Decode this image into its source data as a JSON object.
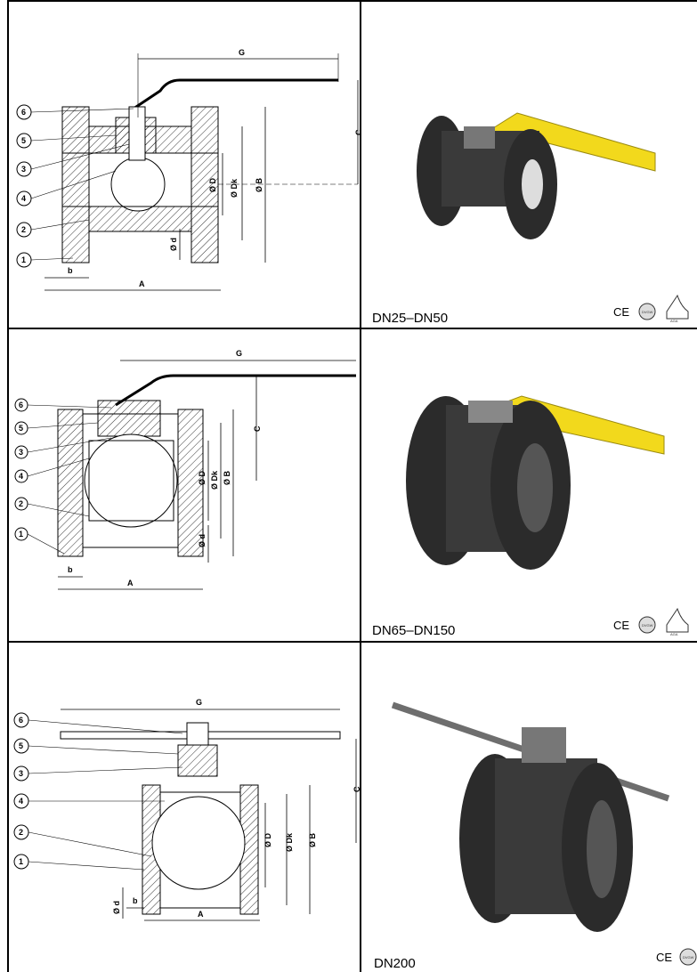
{
  "rows": [
    {
      "size_label": "DN25–DN50",
      "callouts": [
        "6",
        "5",
        "3",
        "4",
        "2",
        "1"
      ],
      "dims": {
        "G": "G",
        "C": "C",
        "D": "Ø D",
        "Dk": "Ø Dk",
        "B": "Ø B",
        "d": "Ø d",
        "A": "A",
        "b": "b"
      }
    },
    {
      "size_label": "DN65–DN150",
      "callouts": [
        "6",
        "5",
        "3",
        "4",
        "2",
        "1"
      ],
      "dims": {
        "G": "G",
        "C": "C",
        "D": "Ø D",
        "Dk": "Ø Dk",
        "B": "Ø B",
        "d": "Ø d",
        "A": "A",
        "b": "b"
      }
    },
    {
      "size_label": "DN200",
      "callouts": [
        "6",
        "5",
        "3",
        "4",
        "2",
        "1"
      ],
      "dims": {
        "G": "G",
        "C": "C",
        "D": "Ø D",
        "Dk": "Ø Dk",
        "B": "Ø B",
        "d": "Ø d",
        "A": "A",
        "b": "b"
      }
    }
  ],
  "certification": {
    "ce": "CE",
    "dvgw": "DVGW",
    "aga": "AGA"
  },
  "colors": {
    "handle_yellow": "#f2d91c",
    "body_dark": "#2b2b2b",
    "line": "#000000"
  }
}
